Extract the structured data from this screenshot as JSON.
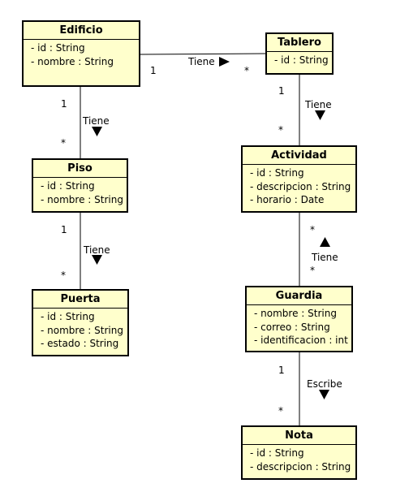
{
  "classes": [
    {
      "id": "edificio",
      "name": "Edificio",
      "attributes": [
        "- id : String",
        "- nombre : String"
      ]
    },
    {
      "id": "tablero",
      "name": "Tablero",
      "attributes": [
        "- id : String"
      ]
    },
    {
      "id": "piso",
      "name": "Piso",
      "attributes": [
        "- id : String",
        "- nombre : String"
      ]
    },
    {
      "id": "actividad",
      "name": "Actividad",
      "attributes": [
        "- id : String",
        "- descripcion : String",
        "- horario : Date"
      ]
    },
    {
      "id": "puerta",
      "name": "Puerta",
      "attributes": [
        "- id : String",
        "- nombre : String",
        "- estado : String"
      ]
    },
    {
      "id": "guardia",
      "name": "Guardia",
      "attributes": [
        "- nombre : String",
        "- correo : String",
        "- identificacion : int"
      ]
    },
    {
      "id": "nota",
      "name": "Nota",
      "attributes": [
        "- id : String",
        "- descripcion : String"
      ]
    }
  ],
  "associations": [
    {
      "id": "edificio-tablero",
      "from": "Edificio",
      "to": "Tablero",
      "label": "Tiene",
      "direction": "right",
      "from_mult": "1",
      "to_mult": "*"
    },
    {
      "id": "edificio-piso",
      "from": "Edificio",
      "to": "Piso",
      "label": "Tiene",
      "direction": "down",
      "from_mult": "1",
      "to_mult": "*"
    },
    {
      "id": "piso-puerta",
      "from": "Piso",
      "to": "Puerta",
      "label": "Tiene",
      "direction": "down",
      "from_mult": "1",
      "to_mult": "*"
    },
    {
      "id": "tablero-actividad",
      "from": "Tablero",
      "to": "Actividad",
      "label": "Tiene",
      "direction": "down",
      "from_mult": "1",
      "to_mult": "*"
    },
    {
      "id": "actividad-guardia",
      "from": "Actividad",
      "to": "Guardia",
      "label": "Tiene",
      "direction": "up",
      "from_mult": "*",
      "to_mult": "*"
    },
    {
      "id": "guardia-nota",
      "from": "Guardia",
      "to": "Nota",
      "label": "Escribe",
      "direction": "down",
      "from_mult": "1",
      "to_mult": "*"
    }
  ]
}
